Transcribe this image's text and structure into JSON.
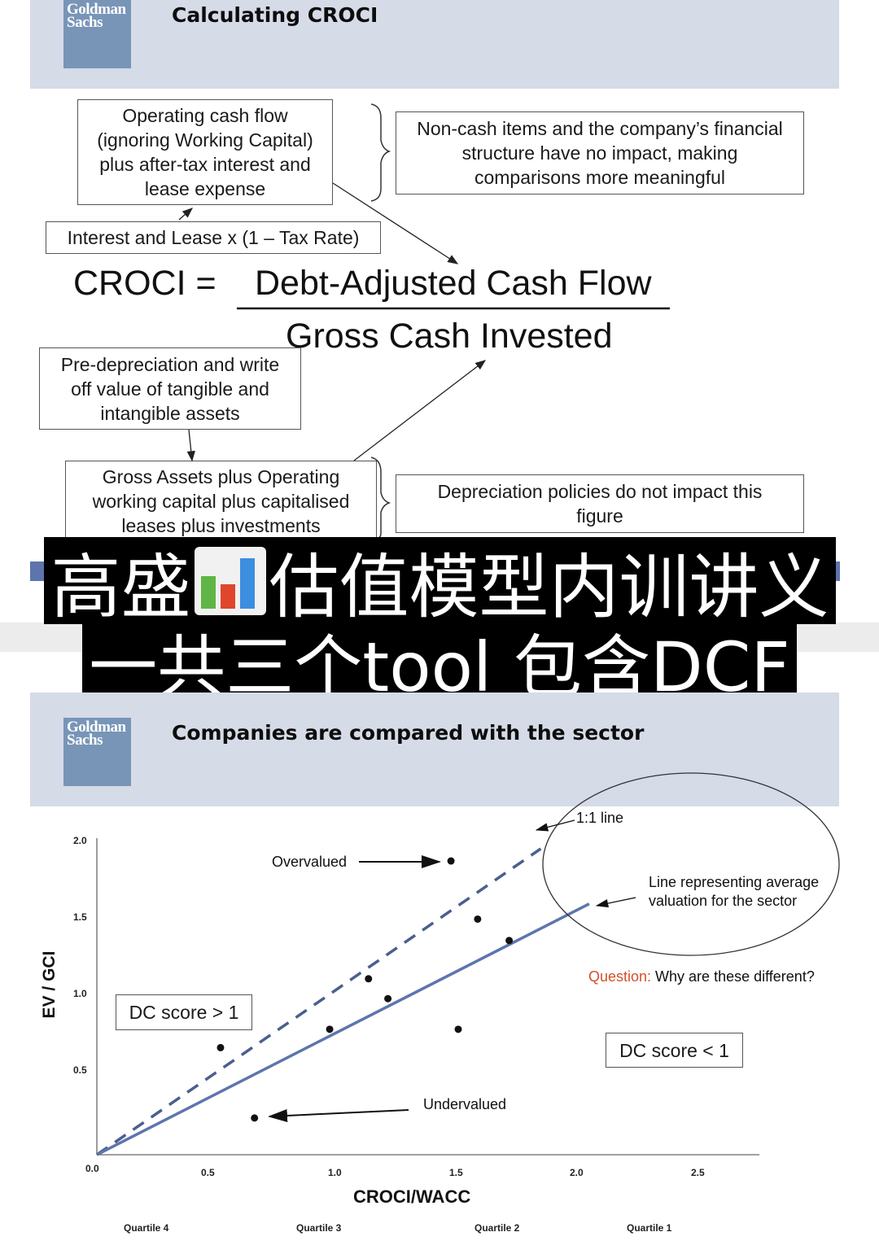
{
  "slide1": {
    "logo_text": "Goldman Sachs",
    "title": "Calculating CROCI",
    "box_ocf": "Operating cash flow (ignoring Working Capital) plus after-tax interest and lease expense",
    "box_noncash": "Non-cash items and the company’s financial structure have no impact, making comparisons more meaningful",
    "box_interest": "Interest and Lease x (1 – Tax Rate)",
    "formula_lhs": "CROCI =",
    "numerator": "Debt-Adjusted Cash Flow",
    "denominator": "Gross Cash Invested",
    "box_predep": "Pre-depreciation and write off value of tangible and intangible assets",
    "box_gross": "Gross Assets plus Operating working capital plus capitalised leases plus investments",
    "box_deprec": "Depreciation policies do not impact this figure"
  },
  "banner": {
    "line1_a": "高盛",
    "line1_b": "估值模型内训讲义",
    "line2": "一共三个tool 包含DCF"
  },
  "slide2": {
    "logo_text": "Goldman Sachs",
    "title": "Companies are compared with the sector",
    "overvalued": "Overvalued",
    "undervalued": "Undervalued",
    "line_11": "1:1 line",
    "sector_line": "Line representing average valuation for the sector",
    "question_label": "Question:",
    "question_text": " Why are these different?",
    "dc_gt": "DC score > 1",
    "dc_lt": "DC score < 1",
    "quartiles": [
      "Quartile 4",
      "Quartile 3",
      "Quartile 2",
      "Quartile 1"
    ]
  },
  "chart_data": {
    "type": "scatter",
    "xlabel": "CROCI/WACC",
    "ylabel": "EV / GCI",
    "xlim": [
      0,
      2.75
    ],
    "ylim": [
      0,
      2.0
    ],
    "x_ticks": [
      "0.5",
      "1.0",
      "1.5",
      "2.0",
      "2.5"
    ],
    "y_ticks": [
      "2.0",
      "1.5",
      "1.0",
      "0.5"
    ],
    "origin_label": "0.0",
    "points": [
      {
        "x": 1.46,
        "y": 1.92
      },
      {
        "x": 1.57,
        "y": 1.54
      },
      {
        "x": 1.7,
        "y": 1.4
      },
      {
        "x": 1.12,
        "y": 1.15
      },
      {
        "x": 1.2,
        "y": 1.02
      },
      {
        "x": 0.96,
        "y": 0.82
      },
      {
        "x": 1.49,
        "y": 0.82
      },
      {
        "x": 0.51,
        "y": 0.7
      },
      {
        "x": 0.65,
        "y": 0.24
      }
    ],
    "lines": [
      {
        "name": "1:1 line",
        "style": "dashed",
        "color": "#4a5f8f",
        "from": [
          0,
          0
        ],
        "to": [
          1.83,
          2.0
        ]
      },
      {
        "name": "sector average",
        "style": "solid",
        "color": "#5d75ad",
        "from": [
          0,
          0
        ],
        "to": [
          2.03,
          1.64
        ]
      }
    ],
    "colors": {
      "question": "#d4502a",
      "header": "#d5dbe7",
      "logo": "#7895b8"
    }
  }
}
